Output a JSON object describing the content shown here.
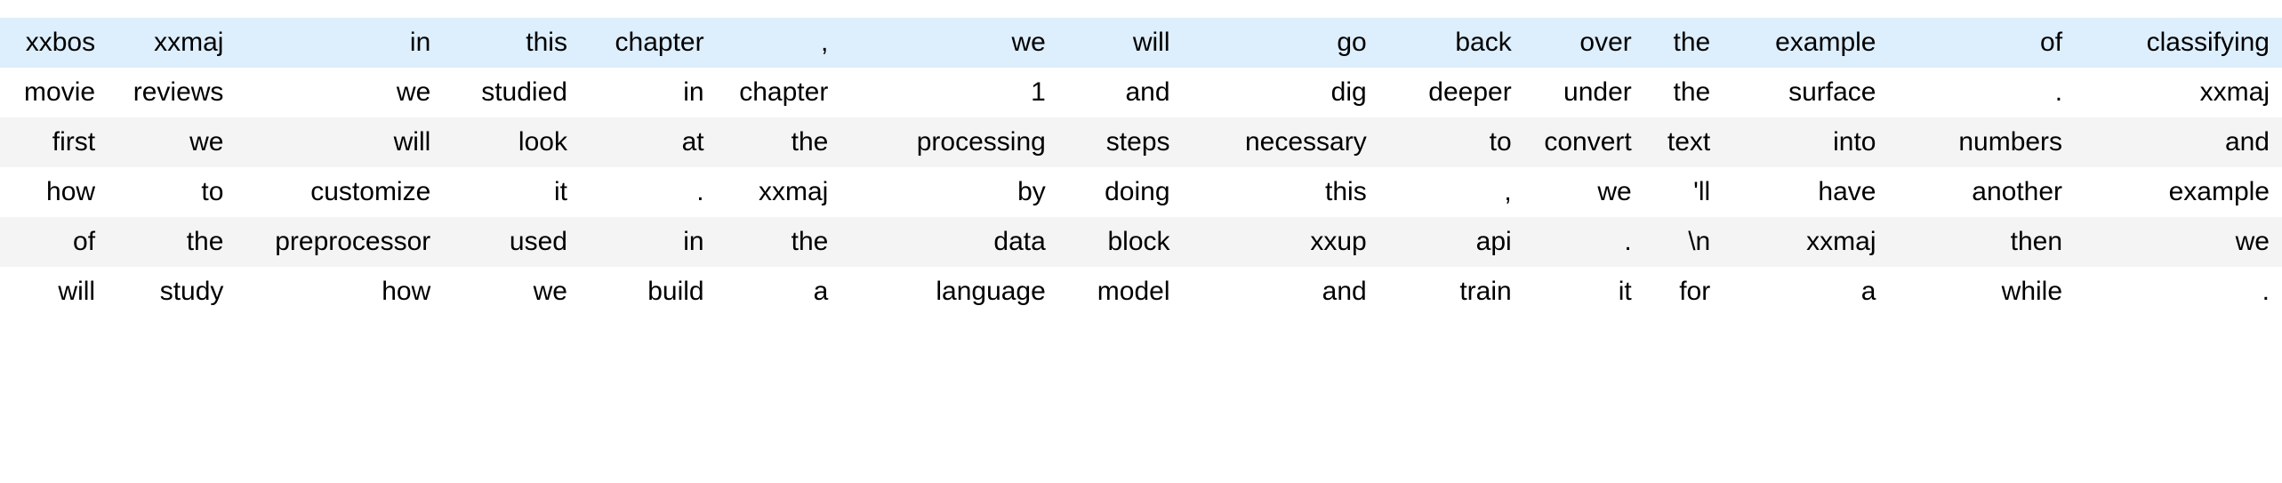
{
  "table": {
    "title": "tokenized-text-batch",
    "column_count": 15,
    "row_count": 6,
    "colors": {
      "highlight_row_bg": "#ddeefc",
      "odd_row_bg": "#f4f4f4",
      "even_row_bg": "#ffffff",
      "text": "#000000",
      "page_bg": "#ffffff"
    },
    "rows": [
      {
        "style": "highlight",
        "cells": [
          "xxbos",
          "xxmaj",
          "in",
          "this",
          "chapter",
          ",",
          "we",
          "will",
          "go",
          "back",
          "over",
          "the",
          "example",
          "of",
          "classifying"
        ]
      },
      {
        "style": "even",
        "cells": [
          "movie",
          "reviews",
          "we",
          "studied",
          "in",
          "chapter",
          "1",
          "and",
          "dig",
          "deeper",
          "under",
          "the",
          "surface",
          ".",
          "xxmaj"
        ]
      },
      {
        "style": "odd",
        "cells": [
          "first",
          "we",
          "will",
          "look",
          "at",
          "the",
          "processing",
          "steps",
          "necessary",
          "to",
          "convert",
          "text",
          "into",
          "numbers",
          "and"
        ]
      },
      {
        "style": "even",
        "cells": [
          "how",
          "to",
          "customize",
          "it",
          ".",
          "xxmaj",
          "by",
          "doing",
          "this",
          ",",
          "we",
          "'ll",
          "have",
          "another",
          "example"
        ]
      },
      {
        "style": "odd",
        "cells": [
          "of",
          "the",
          "preprocessor",
          "used",
          "in",
          "the",
          "data",
          "block",
          "xxup",
          "api",
          ".",
          "\\n",
          "xxmaj",
          "then",
          "we"
        ]
      },
      {
        "style": "even",
        "cells": [
          "will",
          "study",
          "how",
          "we",
          "build",
          "a",
          "language",
          "model",
          "and",
          "train",
          "it",
          "for",
          "a",
          "while",
          "."
        ]
      }
    ]
  }
}
